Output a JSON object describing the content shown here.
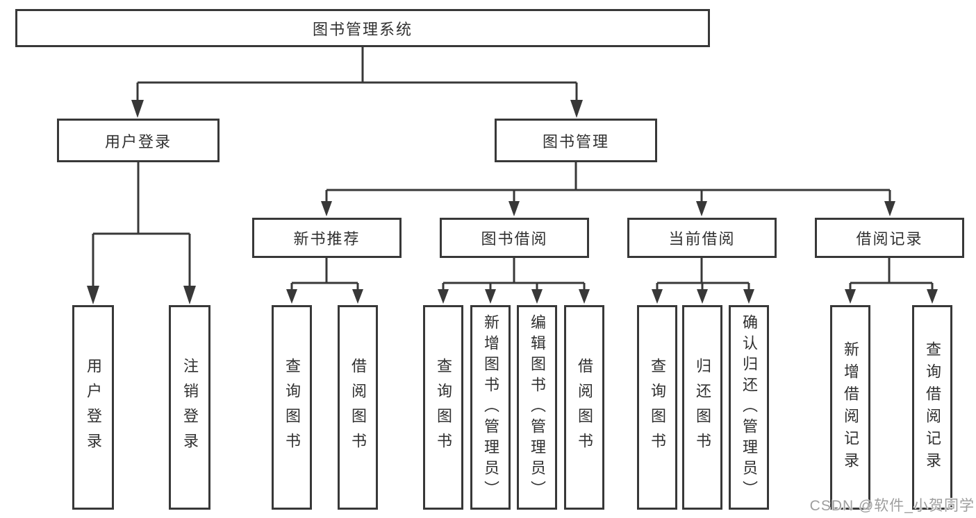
{
  "diagram": {
    "colors": {
      "line": "#383838",
      "text": "#303030",
      "watermark": "#9e9e9e",
      "background": "#ffffff"
    },
    "root": {
      "label": "图书管理系统"
    },
    "branches": [
      {
        "label": "用户登录",
        "children": [
          {
            "label": "用户登录"
          },
          {
            "label": "注销登录"
          }
        ]
      },
      {
        "label": "图书管理",
        "children": [
          {
            "label": "新书推荐",
            "children": [
              {
                "label": "查询图书"
              },
              {
                "label": "借阅图书"
              }
            ]
          },
          {
            "label": "图书借阅",
            "children": [
              {
                "label": "查询图书"
              },
              {
                "label": "新增图书（管理员）"
              },
              {
                "label": "编辑图书（管理员）"
              },
              {
                "label": "借阅图书"
              }
            ]
          },
          {
            "label": "当前借阅",
            "children": [
              {
                "label": "查询图书"
              },
              {
                "label": "归还图书"
              },
              {
                "label": "确认归还（管理员）"
              }
            ]
          },
          {
            "label": "借阅记录",
            "children": [
              {
                "label": "新增借阅记录"
              },
              {
                "label": "查询借阅记录"
              }
            ]
          }
        ]
      }
    ],
    "watermark": "CSDN @软件_小贺同学"
  }
}
